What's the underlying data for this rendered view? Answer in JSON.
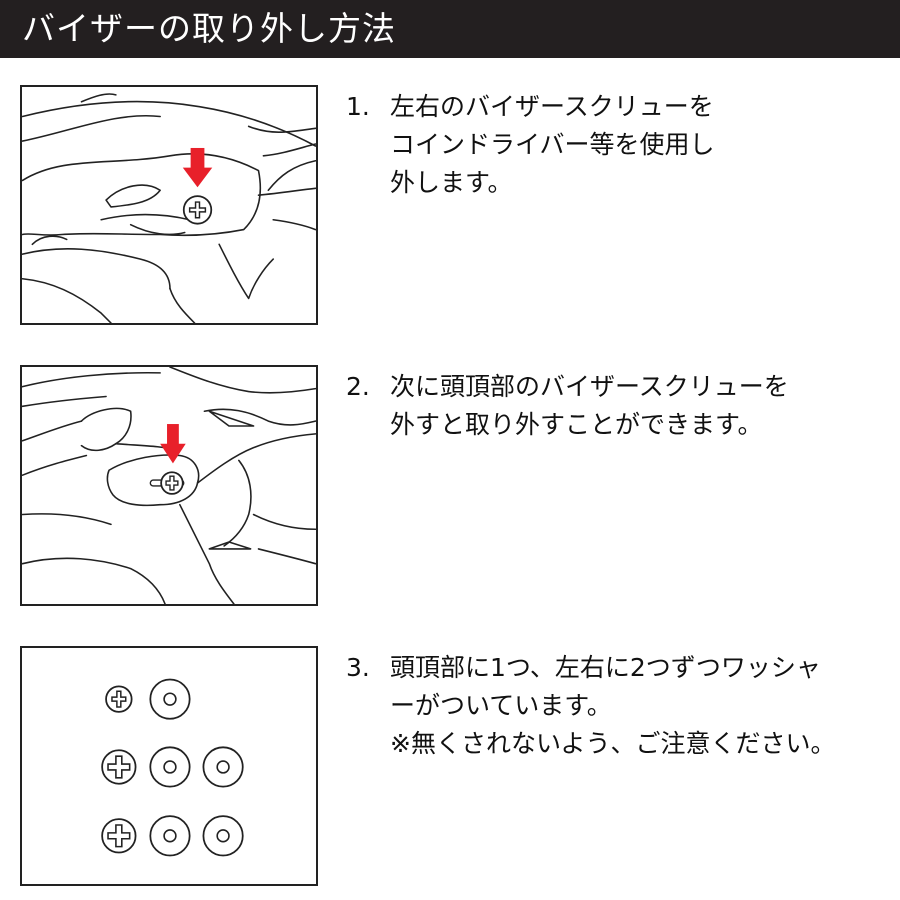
{
  "header": {
    "title": "バイザーの取り外し方法"
  },
  "colors": {
    "header_bg": "#231f20",
    "arrow": "#e8202a",
    "line": "#222222"
  },
  "steps": [
    {
      "number": "1.",
      "lines": [
        "左右のバイザースクリューを",
        "コインドライバー等を使用し",
        "外します。"
      ],
      "illustration": "side-visor-screw-illustration"
    },
    {
      "number": "2.",
      "lines": [
        "次に頭頂部のバイザースクリューを",
        "外すと取り外すことができます。"
      ],
      "illustration": "top-visor-screw-illustration"
    },
    {
      "number": "3.",
      "lines": [
        "頭頂部に1つ、左右に2つずつワッシャ",
        "ーがついています。",
        "※無くされないよう、ご注意ください。"
      ],
      "illustration": "screws-and-washers-illustration"
    }
  ]
}
